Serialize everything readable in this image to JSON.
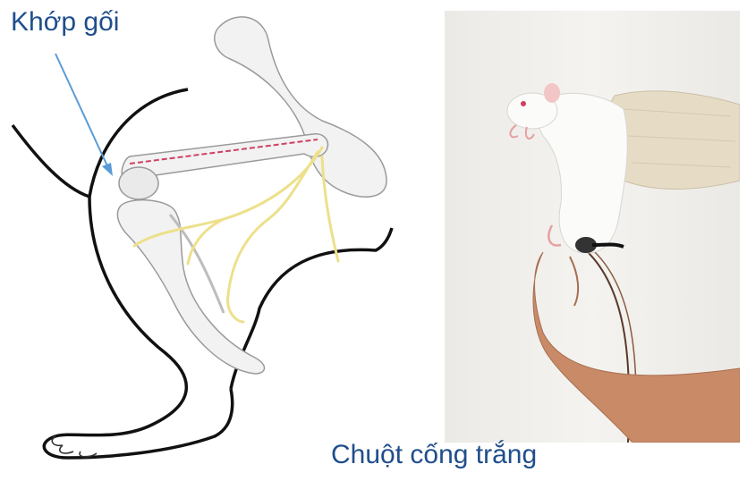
{
  "labels": {
    "knee_joint": "Khớp gối",
    "caption": "Chuột cống trắng"
  },
  "colors": {
    "label_text": "#1f4e8c",
    "pointer_arrow": "#5b9bd5",
    "nerve": "#ede08a",
    "bone_fill": "#f2f2f2",
    "bone_outline": "#9a9a9a",
    "glove": "#e6dcc6",
    "skin": "#c98a68"
  },
  "illustration": {
    "left_panel": "rat hind-limb anatomy drawing with bones and nerves",
    "right_panel": "photo of white rat held in gloved hand with paw electrode"
  }
}
